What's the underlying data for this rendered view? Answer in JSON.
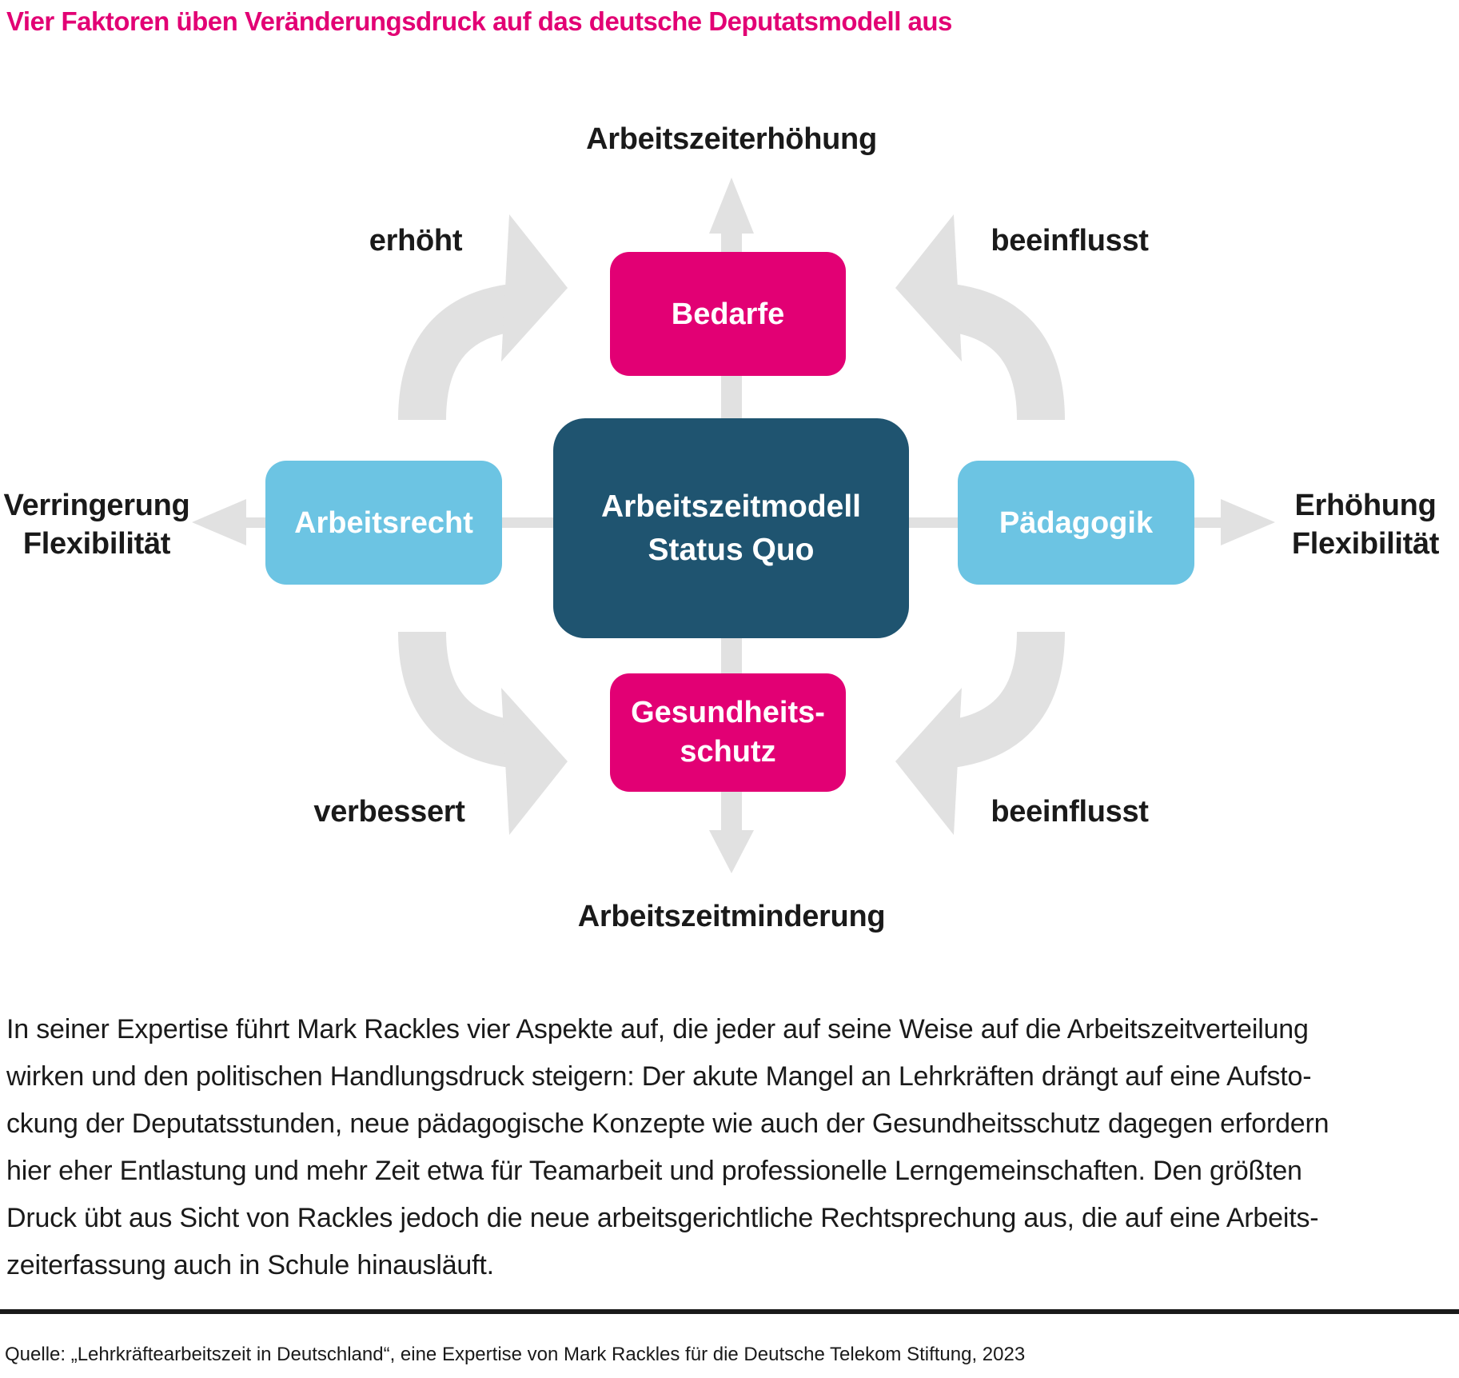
{
  "title": "Vier Faktoren üben Veränderungsdruck auf das deutsche Deputatsmodell aus",
  "diagram": {
    "center_box": {
      "line1": "Arbeitszeitmodell",
      "line2": "Status Quo"
    },
    "factor_boxes": {
      "top": "Bedarfe",
      "left": "Arbeitsrecht",
      "right": "Pädagogik",
      "bottom_line1": "Gesundheits-",
      "bottom_line2": "schutz"
    },
    "outcome_labels": {
      "top": "Arbeitszeiterhöhung",
      "bottom": "Arbeitszeitminderung",
      "left_line1": "Verringerung",
      "left_line2": "Flexibilität",
      "right_line1": "Erhöhung",
      "right_line2": "Flexibilität"
    },
    "arrow_labels": {
      "top_left": "erhöht",
      "top_right": "beeinflusst",
      "bottom_left": "verbessert",
      "bottom_right": "beeinflusst"
    }
  },
  "body_lines": [
    "In seiner Expertise führt Mark Rackles vier Aspekte auf, die jeder auf seine Weise auf die Arbeitszeitverteilung",
    "wirken und den politischen Handlungsdruck steigern: Der akute Mangel an Lehrkräften drängt auf eine Aufsto-",
    "ckung der Deputatsstunden, neue pädagogische Konzepte wie auch der Gesundheitsschutz dagegen erfordern",
    "hier eher Entlastung und mehr Zeit etwa für Teamarbeit und professionelle Lerngemeinschaften. Den größten",
    "Druck übt aus Sicht von Rackles jedoch die neue arbeitsgerichtliche Rechtsprechung aus, die auf eine Arbeits-",
    "zeiterfassung auch in Schule hinausläuft."
  ],
  "source": "Quelle: „Lehrkräftearbeitszeit in Deutschland“, eine Expertise von Mark Rackles für die Deutsche Telekom Stiftung, 2023",
  "colors": {
    "magenta": "#E20074",
    "light_blue": "#6CC4E3",
    "dark_blue": "#1F5470",
    "arrow_gray": "#E1E1E1",
    "text": "#1A1A1A"
  }
}
